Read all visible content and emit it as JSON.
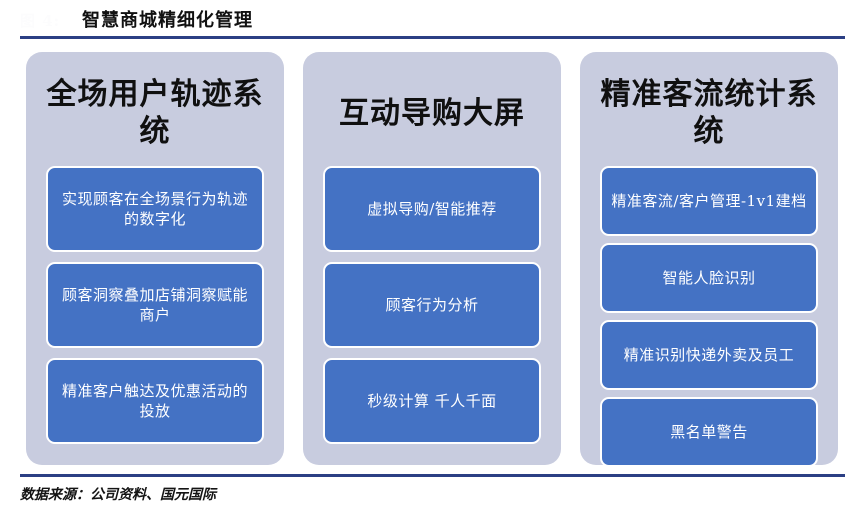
{
  "header": {
    "figure_label": "图 4:",
    "title": "智慧商城精细化管理",
    "rule_color": "#2b3f84"
  },
  "theme": {
    "card_background": "#c8ccdf",
    "item_background": "#4472c4",
    "item_border": "#ffffff",
    "item_text": "#ffffff",
    "title_text": "#101010",
    "page_background": "#ffffff"
  },
  "columns": [
    {
      "title": "全场用户轨迹系统",
      "items": [
        "实现顾客在全场景行为轨迹的数字化",
        "顾客洞察叠加店铺洞察赋能商户",
        "精准客户触达及优惠活动的投放"
      ]
    },
    {
      "title": "互动导购大屏",
      "items": [
        "虚拟导购/智能推荐",
        "顾客行为分析",
        "秒级计算 千人千面"
      ]
    },
    {
      "title": "精准客流统计系统",
      "items": [
        "精准客流/客户管理-1v1建档",
        "智能人脸识别",
        "精准识别快递外卖及员工",
        "黑名单警告"
      ]
    }
  ],
  "footer": {
    "source": "数据来源：公司资料、国元国际"
  }
}
